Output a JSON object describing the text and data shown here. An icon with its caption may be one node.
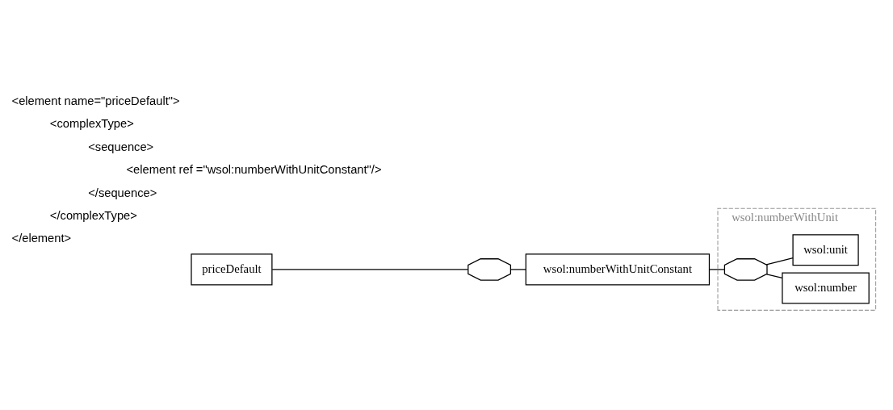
{
  "diagram": {
    "nodes": [
      {
        "text": [
          "priceDefault"
        ]
      },
      {
        "text": [],
        "shape": "octagon"
      },
      {
        "text": [
          "wsol:numberWithUnitConstant"
        ]
      },
      {
        "text": [
          "wsol:numberWithUnit"
        ]
      },
      {
        "text": [],
        "shape": "octagon",
        "in": 3
      },
      {
        "text": [
          "wsol:number"
        ],
        "in": 3
      },
      {
        "text": [
          "wsol:unit"
        ],
        "in": 3
      }
    ],
    "edges": [
      {
        "from": 0,
        "to": 1,
        "arrow": "none"
      },
      {
        "from": 1,
        "to": 2,
        "arrow": "none"
      },
      {
        "from": 2,
        "to": 4,
        "arrow": "none"
      },
      {
        "from": 4,
        "to": 5,
        "arrow": "none"
      },
      {
        "from": 4,
        "to": 6,
        "arrow": "none"
      }
    ],
    "labels": [
      "<element name=\"priceDefault\">",
      "<complexType>",
      "<sequence>",
      "<element ref =\"wsol:numberWithUnitConstant\"/>",
      "</sequence>",
      "</complexType>",
      "</element>"
    ]
  }
}
